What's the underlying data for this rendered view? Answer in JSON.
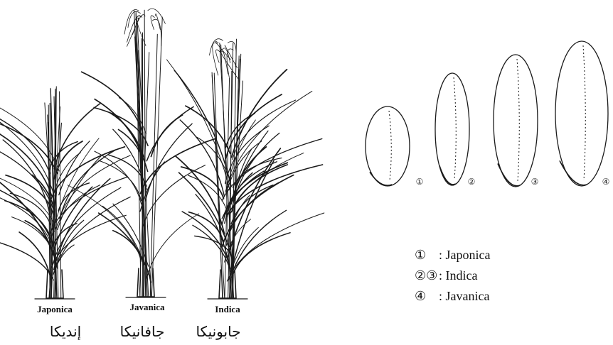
{
  "plants": [
    {
      "label": "Japonica"
    },
    {
      "label": "Javanica"
    },
    {
      "label": "Indica"
    }
  ],
  "arabic_labels": [
    "إنديكا",
    "جافانيكا",
    "جابونيكا"
  ],
  "grain_marks": [
    "①",
    "②",
    "③",
    "④"
  ],
  "legend": [
    {
      "mark": "①",
      "text": ": Japonica"
    },
    {
      "mark": "②③",
      "text": ": Indica"
    },
    {
      "mark": "④",
      "text": ": Javanica"
    }
  ]
}
